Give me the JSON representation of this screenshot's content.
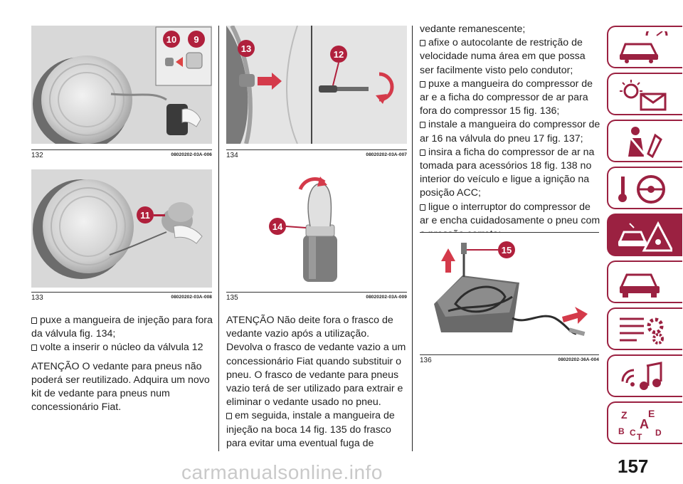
{
  "figures": [
    {
      "number": "132",
      "code": "08020202-03A-006",
      "callouts": [
        "10",
        "9"
      ]
    },
    {
      "number": "133",
      "code": "08020202-03A-008",
      "callouts": [
        "11"
      ]
    },
    {
      "number": "134",
      "code": "08020202-03A-007",
      "callouts": [
        "13",
        "12"
      ]
    },
    {
      "number": "135",
      "code": "08020202-03A-009",
      "callouts": [
        "14"
      ]
    },
    {
      "number": "136",
      "code": "08020202-36A-004",
      "callouts": [
        "15"
      ]
    }
  ],
  "col1": {
    "bullets": [
      "puxe a mangueira de injeção para fora da válvula fig. 134;",
      "volte a inserir o núcleo da válvula 12"
    ],
    "warning": "ATENÇÃO O vedante para pneus não poderá ser reutilizado. Adquira um novo kit de vedante para pneus num concessionário Fiat."
  },
  "col2": {
    "warning": "ATENÇÃO Não deite fora o frasco de vedante vazio após a utilização. Devolva o frasco de vedante vazio a um concessionário Fiat quando substituir o pneu. O frasco de vedante para pneus vazio terá de ser utilizado para extrair e eliminar o vedante usado no pneu.",
    "bullets": [
      "em seguida, instale a mangueira de injeção na boca 14 fig. 135 do frasco para evitar uma eventual fuga de"
    ]
  },
  "col3": {
    "continued": "vedante remanescente;",
    "bullets": [
      "afixe o autocolante de restrição de velocidade numa área em que possa ser facilmente visto pelo condutor;",
      "puxe a mangueira do compressor de ar e a ficha do compressor de ar para fora do compressor 15 fig. 136;",
      "instale a mangueira do compressor de ar 16 na válvula do pneu 17 fig. 137;",
      "insira a ficha do compressor de ar na tomada para acessórios 18 fig. 138 no interior do veículo e ligue a ignição na posição ACC;",
      "ligue o interruptor do compressor de ar e encha cuidadosamente o pneu com a pressão correta;"
    ]
  },
  "sidebar": [
    {
      "icon": "car-dashboard-icon",
      "active": false
    },
    {
      "icon": "warning-lights-icon",
      "active": false
    },
    {
      "icon": "seatbelt-airbag-icon",
      "active": false
    },
    {
      "icon": "steering-wheel-key-icon",
      "active": false
    },
    {
      "icon": "emergency-breakdown-icon",
      "active": true
    },
    {
      "icon": "car-maintenance-icon",
      "active": false
    },
    {
      "icon": "specifications-gear-icon",
      "active": false
    },
    {
      "icon": "multimedia-music-icon",
      "active": false
    },
    {
      "icon": "alphabetical-index-icon",
      "active": false
    }
  ],
  "colors": {
    "accent": "#9b2141",
    "callout": "#b0203c"
  },
  "page_number": "157",
  "watermark": "carmanualsonline.info"
}
